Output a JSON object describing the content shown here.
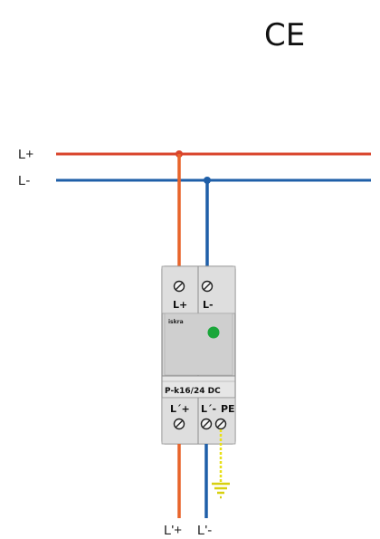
{
  "marks": {
    "ce_mark": "CE"
  },
  "supply": {
    "positive_label": "L+",
    "negative_label": "L-",
    "positive_color": "#d9442b",
    "negative_color": "#1f5fa8"
  },
  "device": {
    "brand": "iskra",
    "model": "P-k16/24 DC",
    "top_left_terminal": "L+",
    "top_right_terminal": "L-",
    "bottom_left_terminal": "L´+",
    "bottom_right_terminal": "L´-",
    "pe_terminal": "PE",
    "indicator_color": "#1aa63a"
  },
  "outputs": {
    "positive_label": "L'+",
    "negative_label": "L'-",
    "positive_wire_color": "#e8642a",
    "negative_wire_color": "#1f5fa8",
    "earth_color": "#e8e01a"
  }
}
